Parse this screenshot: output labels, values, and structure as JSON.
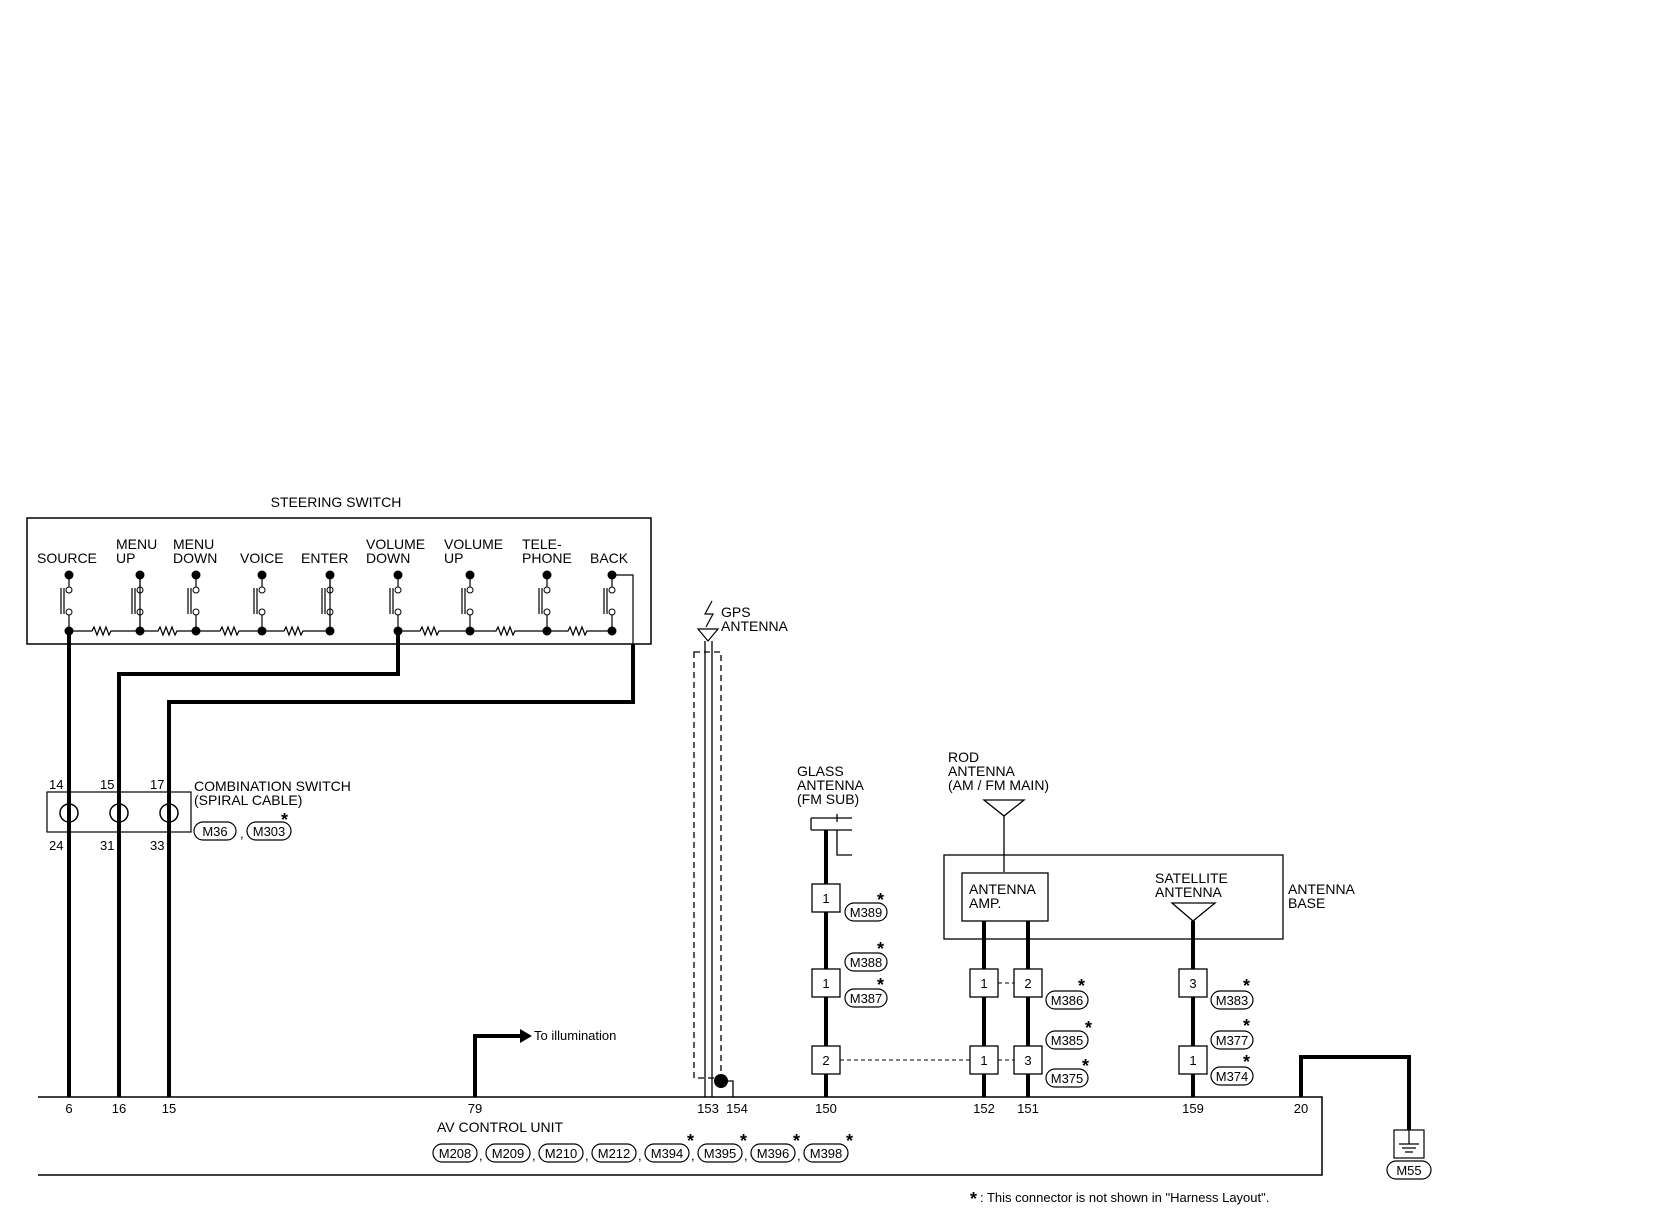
{
  "steering_switch": {
    "title": "STEERING SWITCH",
    "buttons": [
      {
        "line1": "SOURCE",
        "line2": ""
      },
      {
        "line1": "MENU",
        "line2": "UP"
      },
      {
        "line1": "MENU",
        "line2": "DOWN"
      },
      {
        "line1": "VOICE",
        "line2": ""
      },
      {
        "line1": "ENTER",
        "line2": ""
      },
      {
        "line1": "VOLUME",
        "line2": "DOWN"
      },
      {
        "line1": "VOLUME",
        "line2": "UP"
      },
      {
        "line1": "TELE-",
        "line2": "PHONE"
      },
      {
        "line1": "BACK",
        "line2": ""
      }
    ]
  },
  "gps_antenna": {
    "line1": "GPS",
    "line2": "ANTENNA"
  },
  "combination_switch": {
    "line1": "COMBINATION SWITCH",
    "line2": "(SPIRAL CABLE)",
    "top_pins": [
      "14",
      "15",
      "17"
    ],
    "bottom_pins": [
      "24",
      "31",
      "33"
    ],
    "connectors": [
      "M36",
      "M303"
    ],
    "separator": ","
  },
  "glass_antenna": {
    "line1": "GLASS",
    "line2": "ANTENNA",
    "line3": "(FM SUB)"
  },
  "rod_antenna": {
    "line1": "ROD",
    "line2": "ANTENNA",
    "line3": "(AM / FM MAIN)"
  },
  "antenna_base": {
    "line1": "ANTENNA",
    "line2": "BASE",
    "amp_line1": "ANTENNA",
    "amp_line2": "AMP.",
    "sat_line1": "SATELLITE",
    "sat_line2": "ANTENNA"
  },
  "connectors": {
    "glass": [
      {
        "pin": "1",
        "codes": [
          "M389"
        ]
      },
      {
        "pin": "1",
        "codes": [
          "M388",
          "M387"
        ]
      },
      {
        "pin": "2",
        "codes": []
      }
    ],
    "amp_row1": {
      "pins": [
        "1",
        "2"
      ],
      "code": "M386"
    },
    "amp_row2": {
      "pins": [
        "1",
        "3"
      ],
      "codes": [
        "M385",
        "M375"
      ]
    },
    "sat": [
      {
        "pin": "3",
        "code": "M383"
      },
      {
        "pin": "1",
        "codes": [
          "M377",
          "M374"
        ]
      }
    ]
  },
  "illumination": {
    "label": "To illumination"
  },
  "av_control_unit": {
    "title": "AV CONTROL UNIT",
    "pins": [
      "6",
      "16",
      "15",
      "79",
      "153",
      "154",
      "150",
      "152",
      "151",
      "159",
      "20"
    ],
    "connectors": [
      "M208",
      "M209",
      "M210",
      "M212",
      "M394",
      "M395",
      "M396",
      "M398"
    ],
    "separator": ","
  },
  "ground": {
    "code": "M55"
  },
  "footnote": {
    "star": "*",
    "text": ": This connector is not shown in \"Harness Layout\"."
  },
  "star_symbol": "*"
}
